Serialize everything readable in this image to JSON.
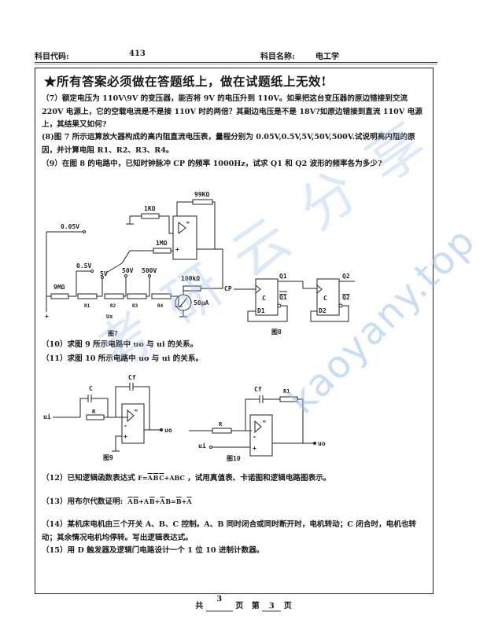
{
  "header": {
    "subject_code_label": "科目代码:",
    "subject_code_value": "413",
    "subject_name_label": "科目名称:",
    "subject_name_value": "电工学"
  },
  "notice": "★所有答案必须做在答题纸上，做在试题纸上无效!",
  "questions": {
    "q7": "（7）额定电压为 110V\\9V 的变压器，能否将 9V 的电压升到 110V。如果把这台变压器的原边错接到交流 220V 电源上，它的空载电流是不是接 110V 时的两倍？其副边电压是不是 18V?如原边错接到直流 110V 电源上，其结果又如何?",
    "q8": "(8)图 7 所示运算放大器构成的高内阻直流电压表，量程分别为 0.05V,0.5V,5V,50V,500V.试说明高内阻的原因，并计算电阻 R1、R2、R3、R4。",
    "q9": "（9）在图 8 的电路中，已知时钟脉冲 CP 的频率 1000Hz，试求 Q1 和 Q2 波形的频率各为多少?",
    "q10": "（10）求图 9 所示电路中 uo 与 ui 的关系。",
    "q11": "（11）求图 10 所示电路中 uo 与 ui 的关系。",
    "q12_prefix": "（12）已知逻辑函数表达式",
    "q12_suffix": "，试用真值表、卡诺图和逻辑电路图表示。",
    "q13_prefix": "（13）用布尔代数证明:",
    "q14": "（14）某机床电机由三个开关 A、B、C 控制。A、B 同时闭合或同时断开时，电机转动；C 闭合时，电机也转动；其余情况电机均停转。写出逻辑表达式。",
    "q15": "（15）用 D 触发器及逻辑门电路设计一个 1 位 10 进制计数器。"
  },
  "formulas": {
    "q12": "F=A̅B̅C̅+ABC",
    "q13": "A̅B̅+AB̅+A̅B=B̅+A̅"
  },
  "figures": {
    "fig7": {
      "caption": "图7",
      "labels": [
        "99KΩ",
        "1KΩ",
        "1MΩ",
        "0.05V",
        "0.5V",
        "5V",
        "50V",
        "500V",
        "9MΩ",
        "R1",
        "R2",
        "R3",
        "R4",
        "Ux",
        "100kΩ",
        "50μA",
        "∞"
      ]
    },
    "fig8": {
      "caption": "图8",
      "labels": [
        "CP",
        "Q1",
        "Q̅1",
        "D1",
        "C",
        "Q2",
        "Q̅2",
        "D2",
        "C"
      ]
    },
    "fig9": {
      "caption": "图9",
      "labels": [
        "C",
        "Cf",
        "R",
        "ui",
        "uo",
        "∞"
      ]
    },
    "fig10": {
      "caption": "图10",
      "labels": [
        "Cf",
        "R1",
        "R",
        "ui",
        "uo",
        "∞"
      ]
    }
  },
  "footer": {
    "total_label": "共",
    "total_value": "3",
    "page_unit": "页",
    "current_label": "第",
    "current_value": "3"
  },
  "watermark": {
    "text_latin": "kaoyany.top",
    "text_cjk": "考研云分享"
  }
}
